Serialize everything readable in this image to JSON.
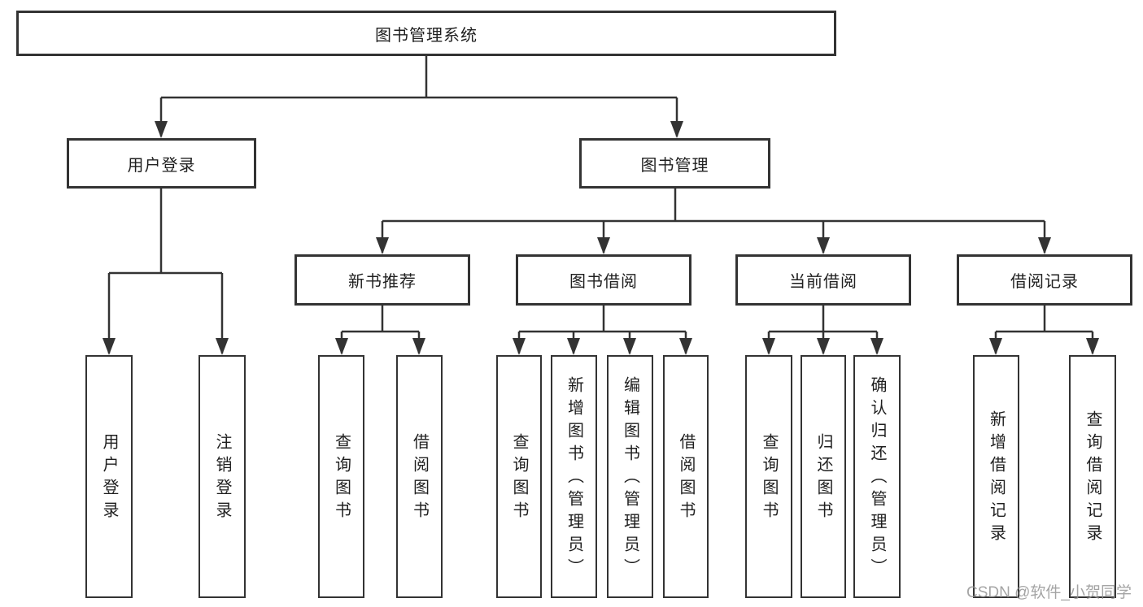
{
  "diagram_type": "hierarchy-tree",
  "colors": {
    "line": "#333333",
    "box_border": "#333333",
    "box_fill": "#ffffff",
    "text": "#1f1f1f",
    "background": "#ffffff",
    "watermark_text_color": "#949494"
  },
  "tree": {
    "label": "图书管理系统",
    "children": [
      {
        "label": "用户登录",
        "children": [
          {
            "label": "用户登录"
          },
          {
            "label": "注销登录"
          }
        ]
      },
      {
        "label": "图书管理",
        "children": [
          {
            "label": "新书推荐",
            "children": [
              {
                "label": "查询图书"
              },
              {
                "label": "借阅图书"
              }
            ]
          },
          {
            "label": "图书借阅",
            "children": [
              {
                "label": "查询图书"
              },
              {
                "label": "新增图书（管理员）"
              },
              {
                "label": "编辑图书（管理员）"
              },
              {
                "label": "借阅图书"
              }
            ]
          },
          {
            "label": "当前借阅",
            "children": [
              {
                "label": "查询图书"
              },
              {
                "label": "归还图书"
              },
              {
                "label": "确认归还（管理员）"
              }
            ]
          },
          {
            "label": "借阅记录",
            "children": [
              {
                "label": "新增借阅记录"
              },
              {
                "label": "查询借阅记录"
              }
            ]
          }
        ]
      }
    ]
  },
  "watermark": {
    "text": "CSDN @软件_小贺同学"
  }
}
